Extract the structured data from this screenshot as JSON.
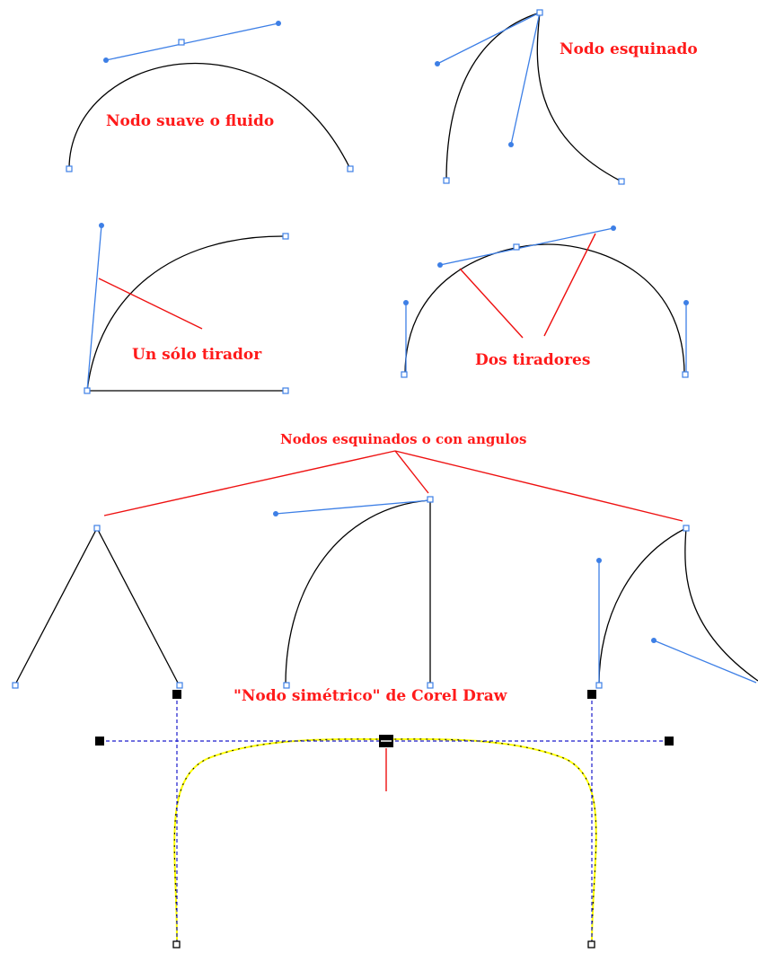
{
  "labels": {
    "smooth": "Nodo suave o fluido",
    "cusp": "Nodo esquinado",
    "one_handle": "Un sólo tirador",
    "two_handles": "Dos tiradores",
    "corner_group": "Nodos esquinados o con angulos",
    "symmetric": "\"Nodo simétrico\" de Corel Draw"
  },
  "colors": {
    "label_text": "#ff1a1a",
    "pointer_line": "#ee1111",
    "handle_line": "#3d7fe6",
    "curve": "#000000",
    "symmetric_curve": "#ffff00",
    "symmetric_handle": "#1a1acc"
  }
}
